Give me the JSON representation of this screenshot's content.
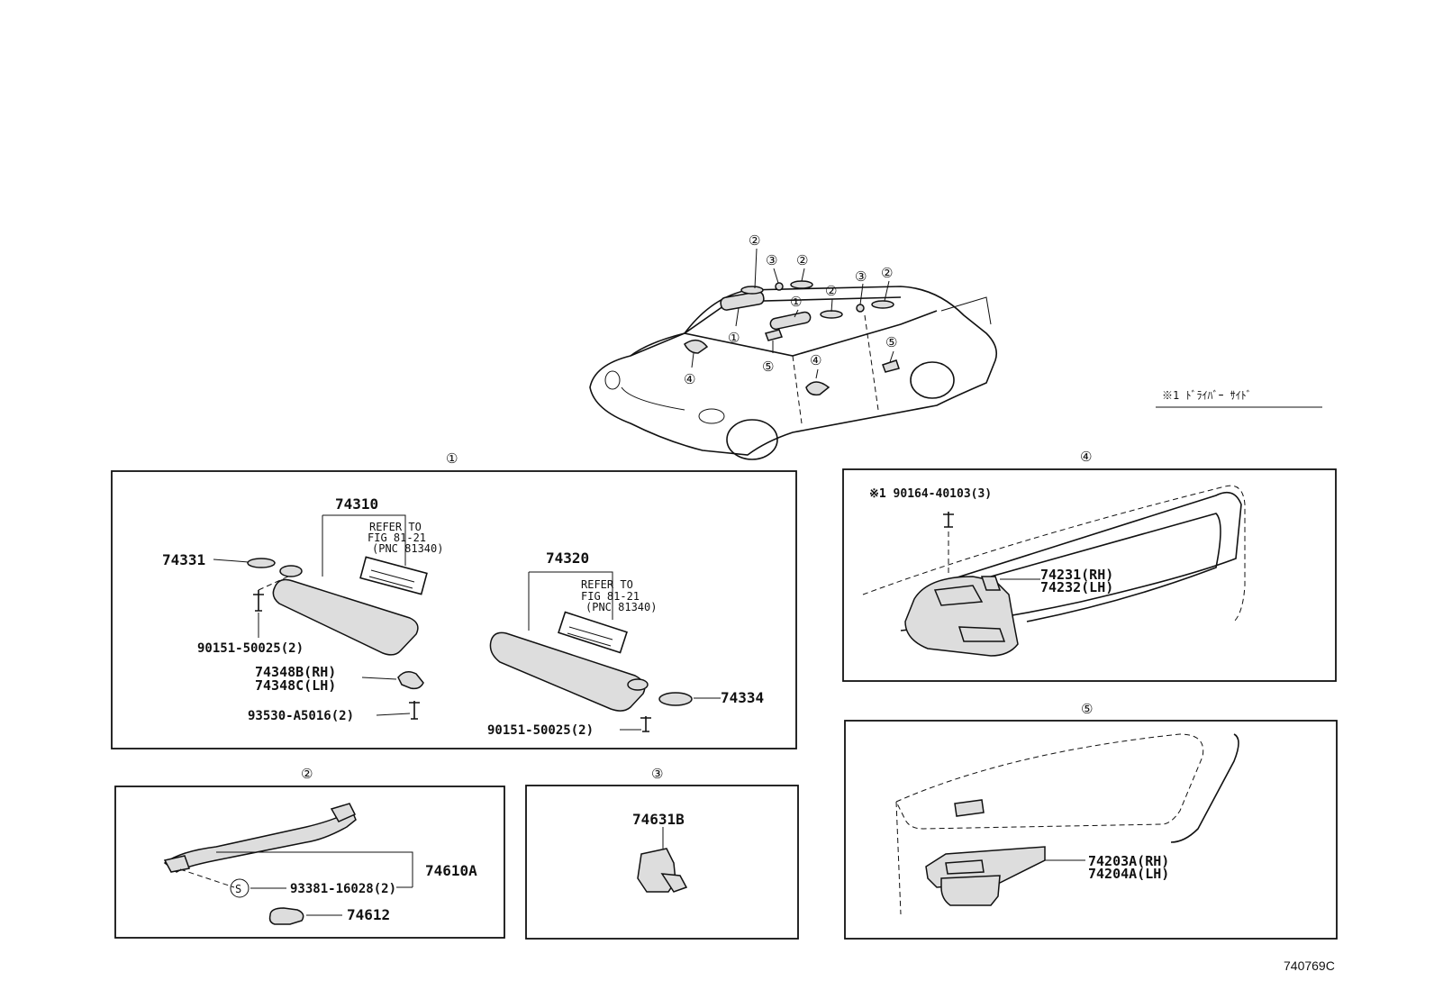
{
  "driver_side_note": "※1 ﾄﾞﾗｲﾊﾞｰ ｻｲﾄﾞ",
  "figure_code": "740769C",
  "car_callouts": [
    "②",
    "③",
    "②",
    "①",
    "②",
    "③",
    "②",
    "①",
    "⑤",
    "⑤",
    "④",
    "④"
  ],
  "panel1": {
    "heading": "①",
    "visor_rh": "74310",
    "refer1_line1": "REFER TO",
    "refer1_line2": "FIG 81-21",
    "refer1_line3": "(PNC 81340)",
    "holder_left": "74331",
    "screw_left": "90151-50025(2)",
    "bracket_rh": "74348B(RH)",
    "bracket_lh": "74348C(LH)",
    "screw_bracket": "93530-A5016(2)",
    "visor_lh": "74320",
    "refer2_line1": "REFER TO",
    "refer2_line2": "FIG 81-21",
    "refer2_line3": "(PNC 81340)",
    "holder_right": "74334",
    "screw_right": "90151-50025(2)"
  },
  "panel2": {
    "heading": "②",
    "grip": "74610A",
    "screw_mark": "S",
    "screw": "93381-16028(2)",
    "cap": "74612"
  },
  "panel3": {
    "heading": "③",
    "hook": "74631B"
  },
  "panel4": {
    "heading": "④",
    "screw": "※1 90164-40103(3)",
    "armrest_rh": "74231(RH)",
    "armrest_lh": "74232(LH)"
  },
  "panel5": {
    "heading": "⑤",
    "armrest_rh": "74203A(RH)",
    "armrest_lh": "74204A(LH)"
  }
}
